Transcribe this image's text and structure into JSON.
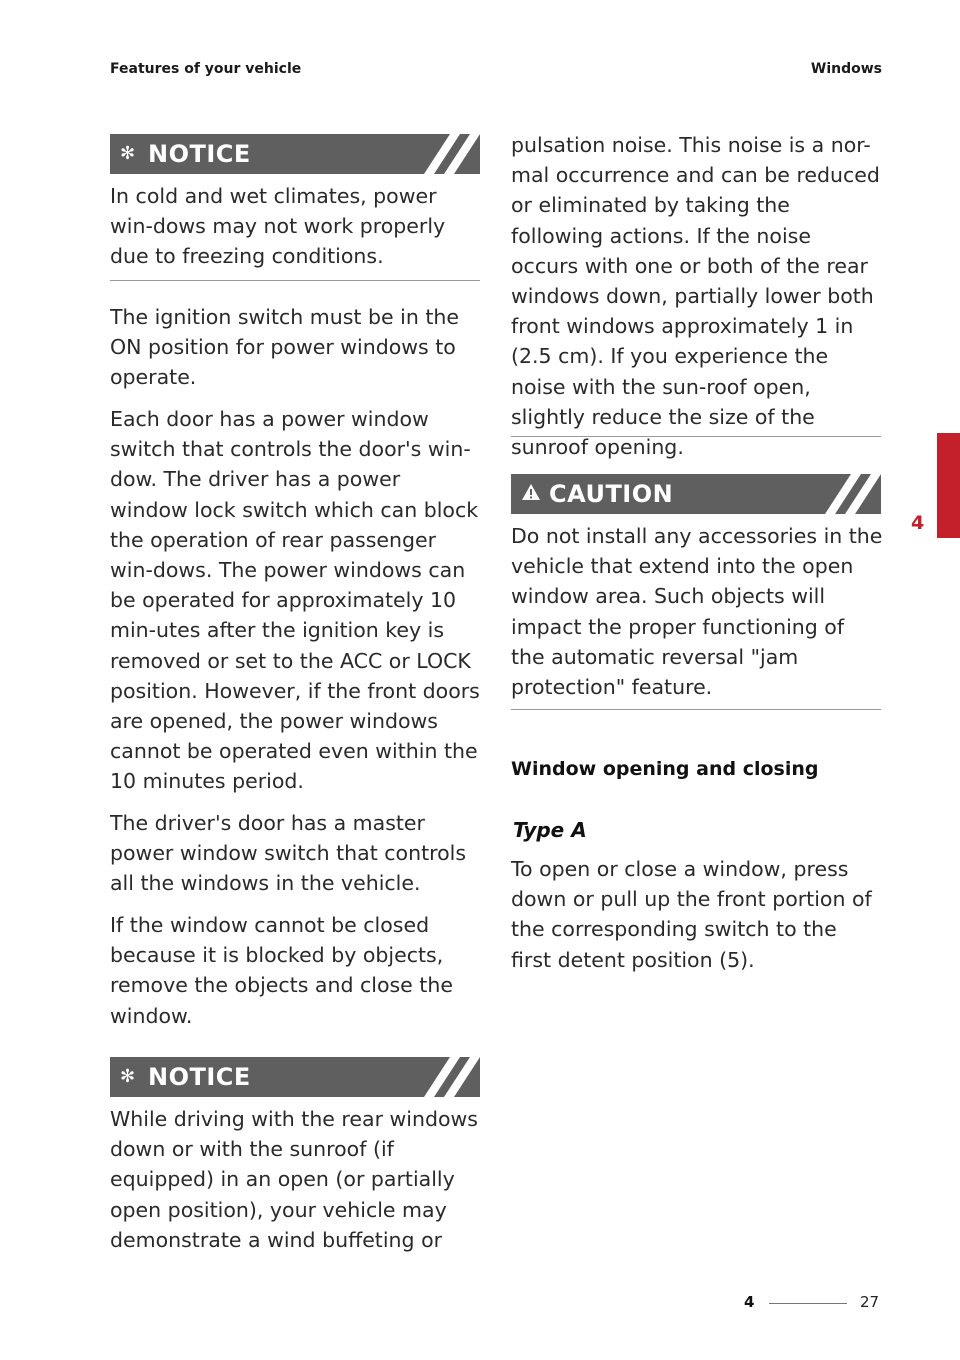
{
  "header": {
    "section": "Features of your vehicle",
    "topic": "Windows"
  },
  "left": {
    "notice1": {
      "icon": "asterisk-icon",
      "label": "NOTICE",
      "text": "In cold and wet climates, power win-dows may not work properly due to freezing conditions."
    },
    "paragraphs": [
      "The ignition switch must be in the ON position for power windows to operate.",
      "Each door has a power window switch that controls the door's win-dow. The driver has a power window lock switch which can block the operation of rear passenger win-dows. The power windows can be operated for approximately 10 min-utes after the ignition key is removed or set to the ACC or LOCK position. However, if the front doors are opened, the power windows cannot be operated even within the 10 minutes period.",
      "The driver's door has a master power window switch that controls all the windows in the vehicle.",
      "If the window cannot be closed because it is blocked by objects, remove the objects and close the window."
    ],
    "notice2": {
      "icon": "asterisk-icon",
      "label": "NOTICE",
      "text": "While driving with the rear windows down or with the sunroof (if equipped) in an open (or partially open position), your vehicle may demonstrate a wind buffeting or"
    }
  },
  "right": {
    "continued": "pulsation noise. This noise is a nor-mal occurrence and can be reduced or eliminated by taking the following actions. If the noise occurs with one or both of the rear windows down, partially lower both front windows approximately 1 in (2.5 cm). If you experience the noise with the sun-roof open, slightly reduce the size of the sunroof opening.",
    "caution": {
      "icon": "warning-triangle-icon",
      "label": "CAUTION",
      "text": "Do not install any accessories in the vehicle that extend into the open window area. Such objects will impact the proper functioning of the automatic reversal \"jam protection\" feature."
    },
    "heading": "Window opening and closing",
    "subheading": "Type A",
    "body": "To open or close a window, press down or pull up the front portion of the corresponding switch to the first detent position (5)."
  },
  "tab": {
    "chapter": "4",
    "color": "#c4202b"
  },
  "footer": {
    "chapter": "4",
    "page": "27"
  }
}
